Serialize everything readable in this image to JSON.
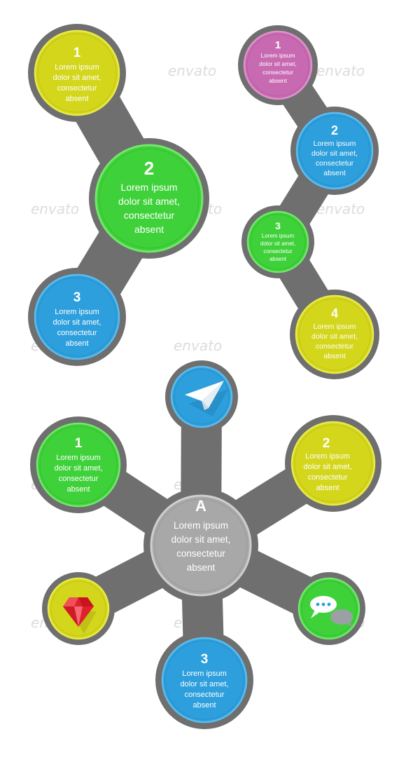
{
  "watermark": "envato",
  "colors": {
    "connector": "#6f6f6f",
    "yellow": "#d4d61c",
    "yellow_ring": "#e8ea48",
    "green": "#3fd13a",
    "green_ring": "#72e86b",
    "blue": "#2d9fdd",
    "blue_ring": "#5cbcee",
    "pink": "#c86ab2",
    "pink_ring": "#de92cc",
    "gray": "#a8a8a8",
    "gray_ring": "#cfcfcf"
  },
  "diagram_left": {
    "nodes": [
      {
        "number": "1",
        "lines": [
          "Lorem ipsum",
          "dolor sit amet,",
          "consectetur",
          "absent"
        ],
        "color": "yellow"
      },
      {
        "number": "2",
        "lines": [
          "Lorem ipsum",
          "dolor sit amet,",
          "consectetur",
          "absent"
        ],
        "color": "green"
      },
      {
        "number": "3",
        "lines": [
          "Lorem ipsum",
          "dolor sit amet,",
          "consectetur",
          "absent"
        ],
        "color": "blue"
      }
    ]
  },
  "diagram_right": {
    "nodes": [
      {
        "number": "1",
        "lines": [
          "Lorem ipsum",
          "dolor sit amet,",
          "consectetur",
          "absent"
        ],
        "color": "pink"
      },
      {
        "number": "2",
        "lines": [
          "Lorem ipsum",
          "dolor sit amet,",
          "consectetur",
          "absent"
        ],
        "color": "blue"
      },
      {
        "number": "3",
        "lines": [
          "Lorem ipsum",
          "dolor sit amet,",
          "consectetur",
          "absent"
        ],
        "color": "green"
      },
      {
        "number": "4",
        "lines": [
          "Lorem ipsum",
          "dolor sit amet,",
          "consectetur",
          "absent"
        ],
        "color": "yellow"
      }
    ]
  },
  "diagram_bottom": {
    "center": {
      "letter": "A",
      "lines": [
        "Lorem ipsum",
        "dolor sit amet,",
        "consectetur",
        "absent"
      ],
      "color": "gray"
    },
    "nodes": [
      {
        "number": "1",
        "lines": [
          "Lorem ipsum",
          "dolor sit amet,",
          "consectetur",
          "absent"
        ],
        "color": "green"
      },
      {
        "number": "2",
        "lines": [
          "Lorem ipsum",
          "dolor sit amet,",
          "consectetur",
          "absent"
        ],
        "color": "yellow"
      },
      {
        "number": "3",
        "lines": [
          "Lorem ipsum",
          "dolor sit amet,",
          "consectetur",
          "absent"
        ],
        "color": "blue"
      }
    ],
    "icon_nodes": [
      {
        "icon": "paper-plane-icon",
        "color": "blue"
      },
      {
        "icon": "gem-icon",
        "color": "yellow"
      },
      {
        "icon": "chat-bubbles-icon",
        "color": "green"
      }
    ]
  }
}
